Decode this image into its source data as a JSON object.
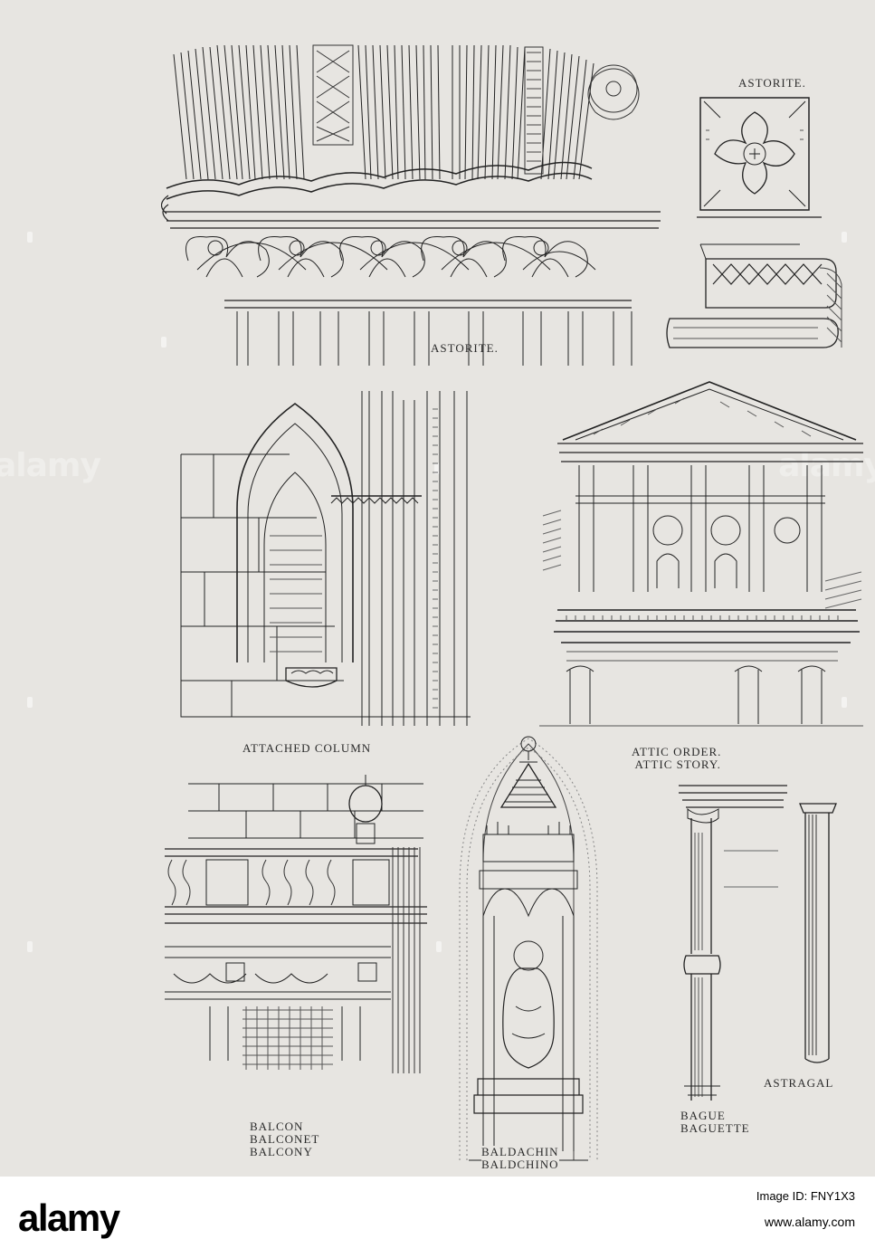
{
  "watermark": "alamy",
  "captions": {
    "astorite_top": "ASTORITE.",
    "astorite_main": "ASTORITE.",
    "attached_column": "ATTACHED COLUMN",
    "attic": "ATTIC ORDER.\n ATTIC STORY.",
    "balcony": "BALCON\nBALCONET\nBALCONY",
    "baldachin": "BALDACHIN\nBALDCHINO",
    "bague": "BAGUE\nBAGUETTE",
    "astragal": "ASTRAGAL"
  },
  "footer": {
    "logo": "alamy",
    "image_code": "Image ID: FNY1X3",
    "site": "www.alamy.com"
  }
}
